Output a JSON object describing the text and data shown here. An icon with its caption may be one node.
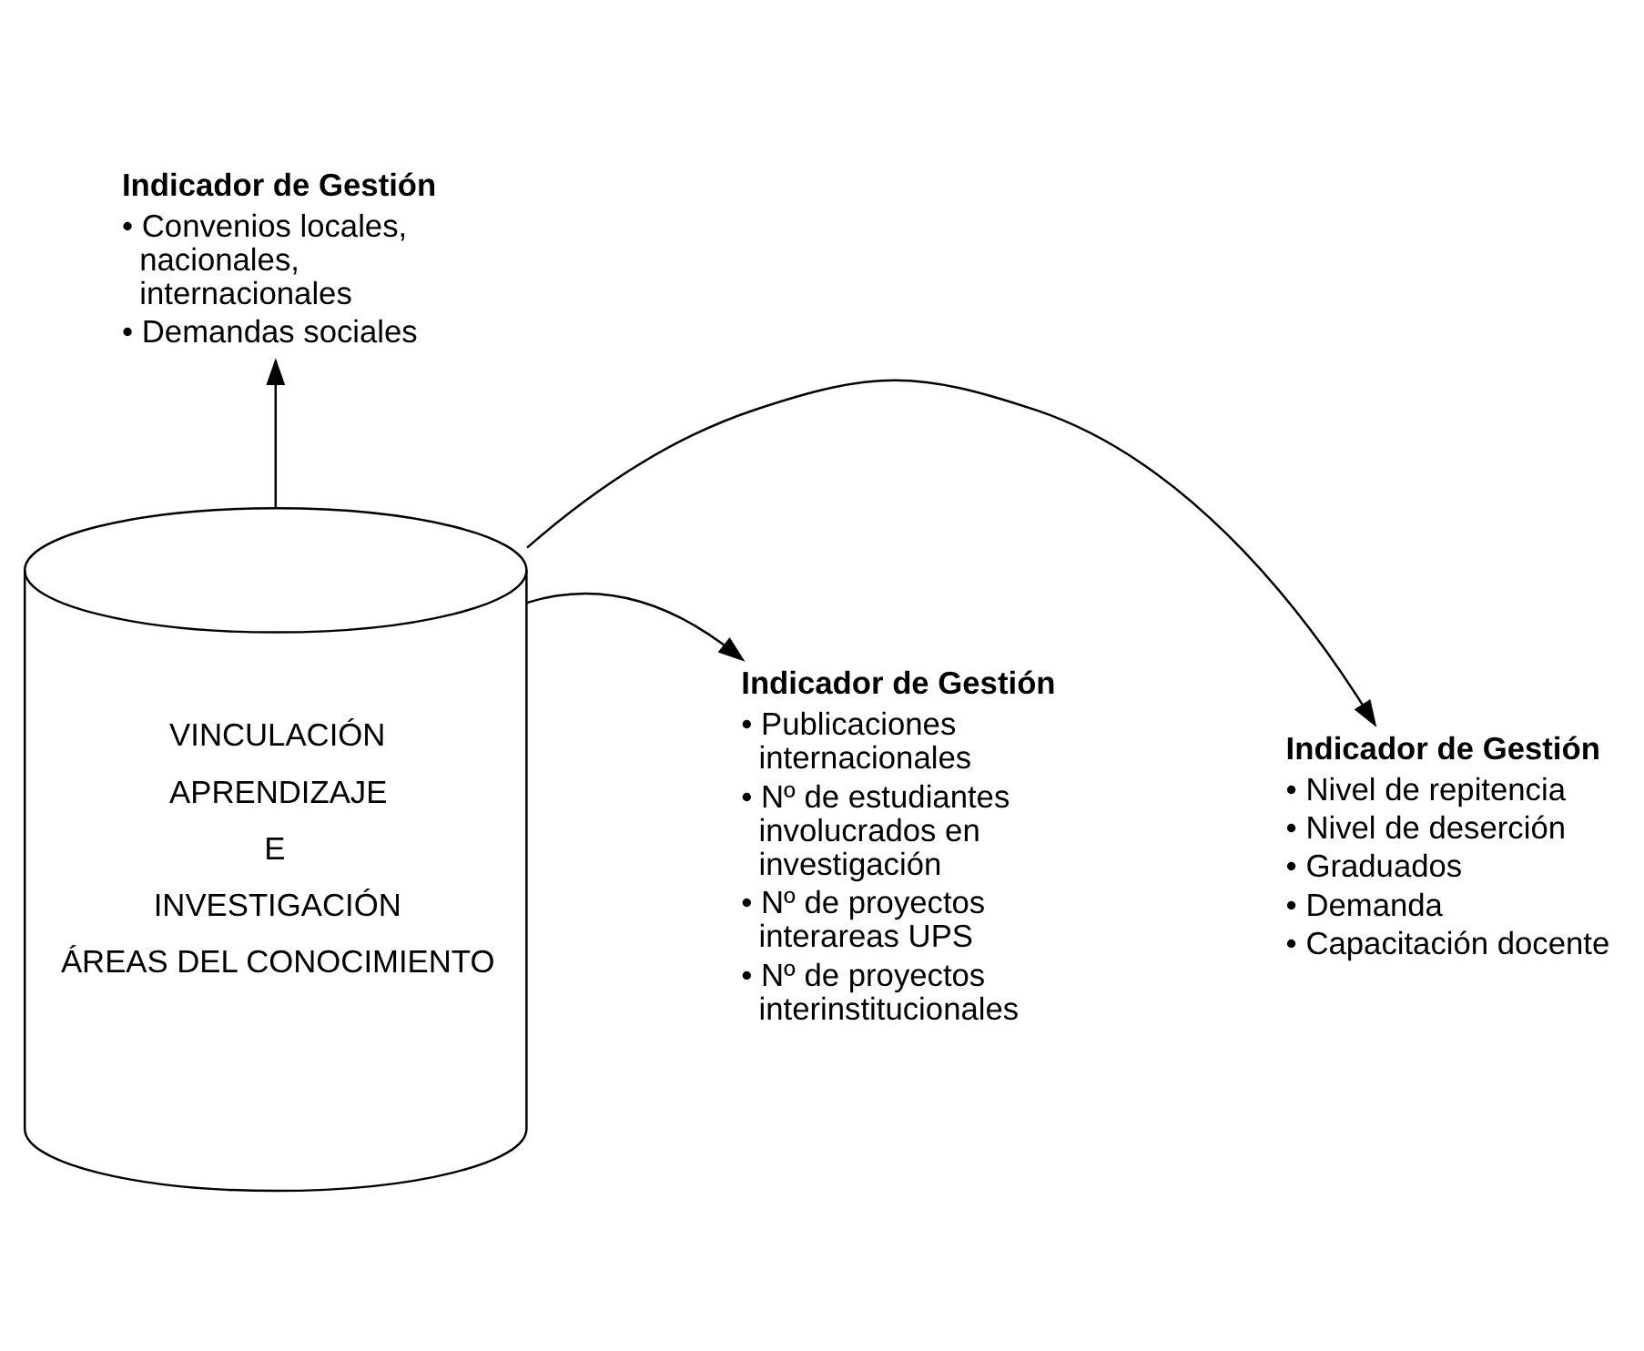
{
  "diagram": {
    "nodes": [
      {
        "text": [
          "VINCULACIÓN",
          "APRENDIZAJE",
          "E",
          "INVESTIGACIÓN",
          "ÁREAS DEL CONOCIMIENTO"
        ]
      },
      {
        "text": [
          "Indicador de Gestión",
          "• Nivel de repitencia",
          "• Nivel de deserción",
          "• Graduados",
          "• Demanda",
          "• Capacitación docente"
        ]
      },
      {
        "text": [
          "Indicador de Gestión",
          "• Convenios locales, nacionales, internacionales",
          "• Demandas sociales"
        ]
      },
      {
        "text": [
          "Indicador de Gestión",
          "• Publicaciones internacionales",
          "• Nº de estudiantes involucrados en investigación",
          "• Nº de proyectos interareas UPS",
          "• Nº de proyectos interinstitucionales"
        ]
      }
    ],
    "edges": [
      {
        "from": 0,
        "to": 2,
        "arrow": "to"
      },
      {
        "from": 0,
        "to": 1,
        "arrow": "to"
      },
      {
        "from": 0,
        "to": 3,
        "arrow": "to"
      }
    ]
  }
}
